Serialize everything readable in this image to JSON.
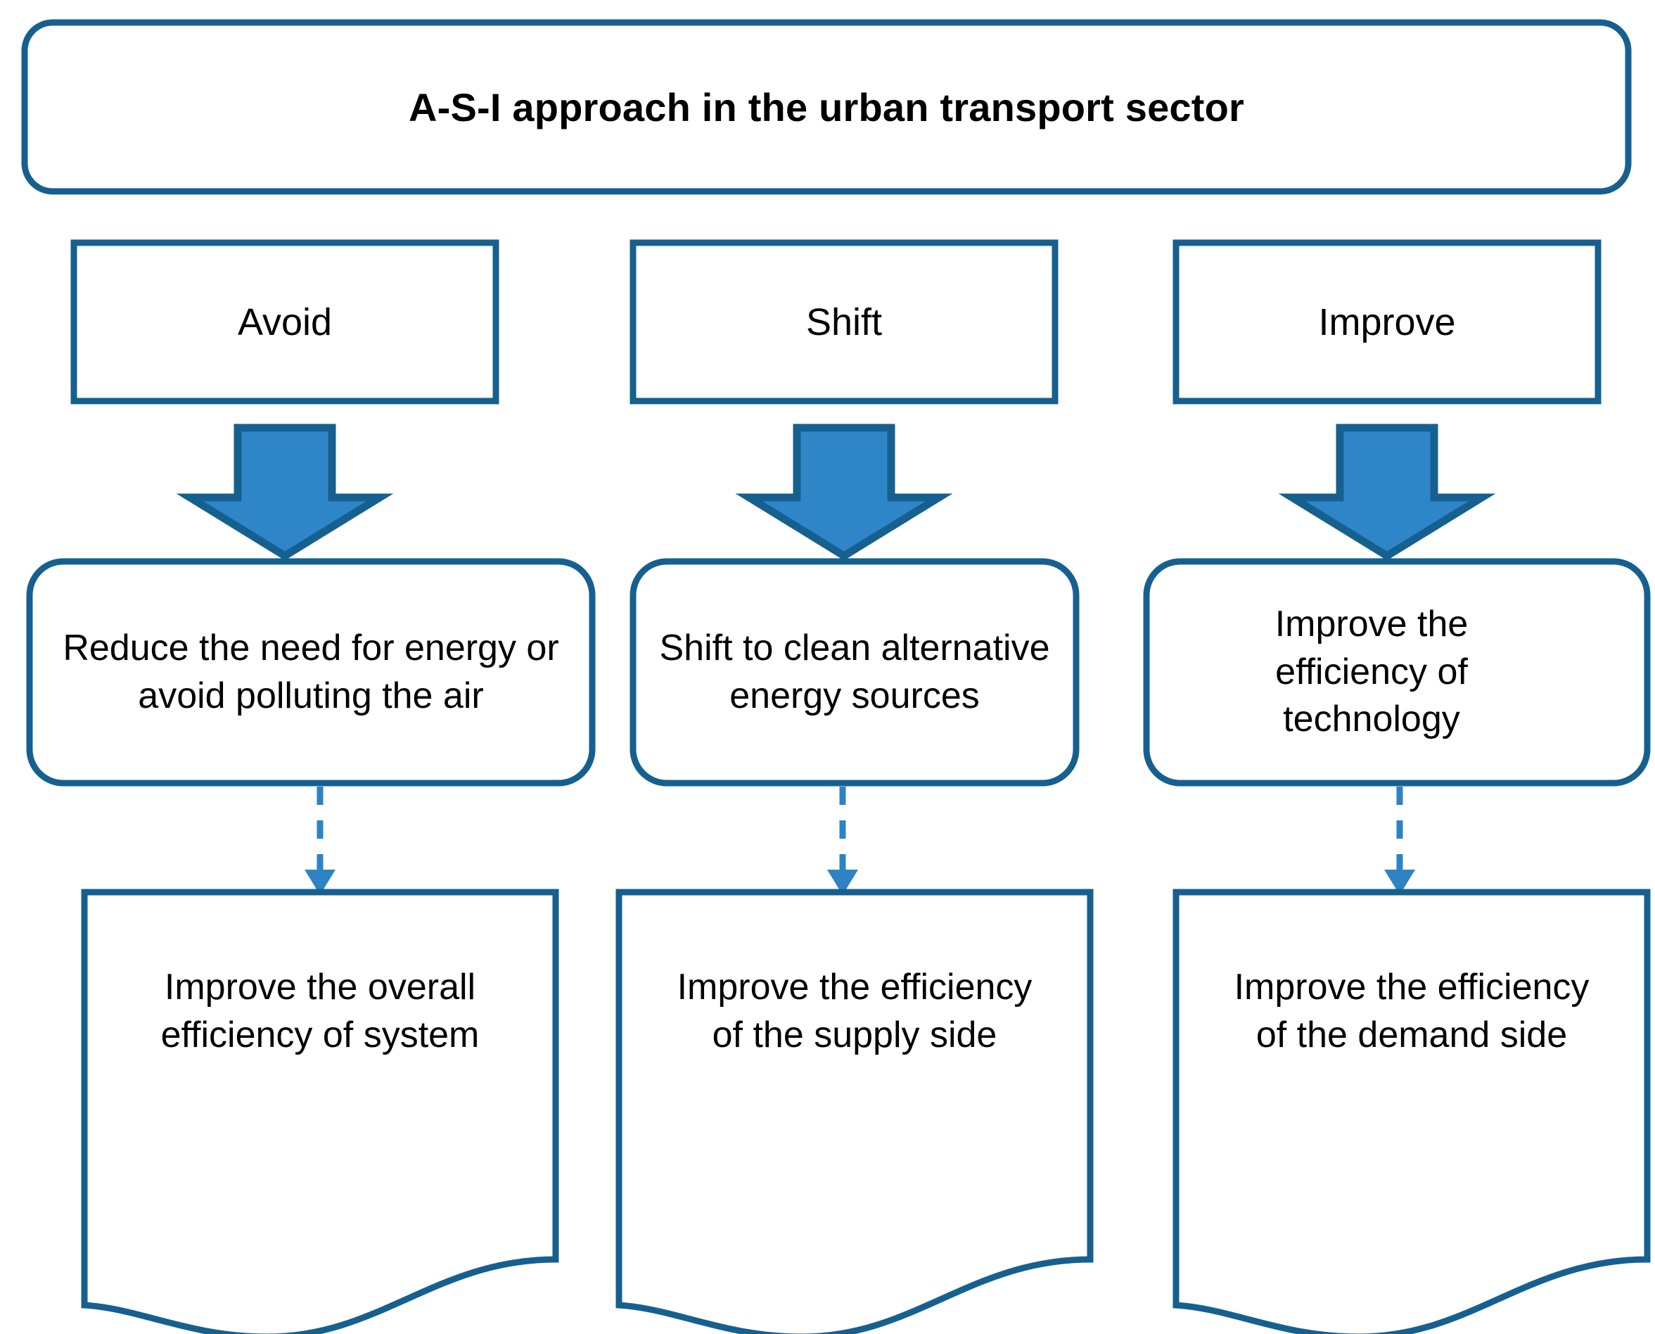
{
  "diagram": {
    "title": "A-S-I  approach in the urban transport sector",
    "colors": {
      "outline_dark": "#16608F",
      "arrow_fill": "#2E86C8",
      "dashed_connector": "#2D83C4",
      "text": "#000000",
      "background": "#FFFFFF"
    },
    "columns": [
      {
        "id": "avoid",
        "pillar_label": "Avoid",
        "action_text": "Reduce the need for energy or avoid polluting the air",
        "outcome_text": "Improve the overall efficiency of system",
        "arrow": "down-block-arrow",
        "connector": "dashed-down-arrow"
      },
      {
        "id": "shift",
        "pillar_label": "Shift",
        "action_text": "Shift to clean alternative energy sources",
        "outcome_text": "Improve the efficiency of the supply side",
        "arrow": "down-block-arrow",
        "connector": "dashed-down-arrow"
      },
      {
        "id": "improve",
        "pillar_label": "Improve",
        "action_text": "Improve the efficiency of technology",
        "outcome_text": "Improve the efficiency of the demand side",
        "arrow": "down-block-arrow",
        "connector": "dashed-down-arrow"
      }
    ]
  }
}
